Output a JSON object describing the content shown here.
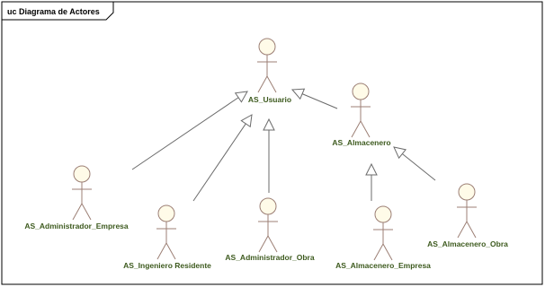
{
  "frame": {
    "title": "uc Diagrama de Actores"
  },
  "actors": [
    {
      "id": "usuario",
      "name": "AS_Usuario"
    },
    {
      "id": "almacenero",
      "name": "AS_Almacenero"
    },
    {
      "id": "admin-empresa",
      "name": "AS_Administrador_Empresa"
    },
    {
      "id": "ingeniero",
      "name": "AS_Ingeniero Residente"
    },
    {
      "id": "admin-obra",
      "name": "AS_Administrador_Obra"
    },
    {
      "id": "almacenero-empresa",
      "name": "AS_Almacenero_Empresa"
    },
    {
      "id": "almacenero-obra",
      "name": "AS_Almacenero_Obra"
    }
  ],
  "generalizations": [
    {
      "from": "admin-empresa",
      "to": "usuario"
    },
    {
      "from": "ingeniero",
      "to": "usuario"
    },
    {
      "from": "admin-obra",
      "to": "usuario"
    },
    {
      "from": "almacenero",
      "to": "usuario"
    },
    {
      "from": "almacenero-empresa",
      "to": "almacenero"
    },
    {
      "from": "almacenero-obra",
      "to": "almacenero"
    }
  ],
  "colors": {
    "actor_fill": "#FFFBE8",
    "actor_stroke": "#9C7F75",
    "label_text": "#3D5A1E",
    "connector": "#6B6B6B",
    "frame_border": "#000000"
  }
}
